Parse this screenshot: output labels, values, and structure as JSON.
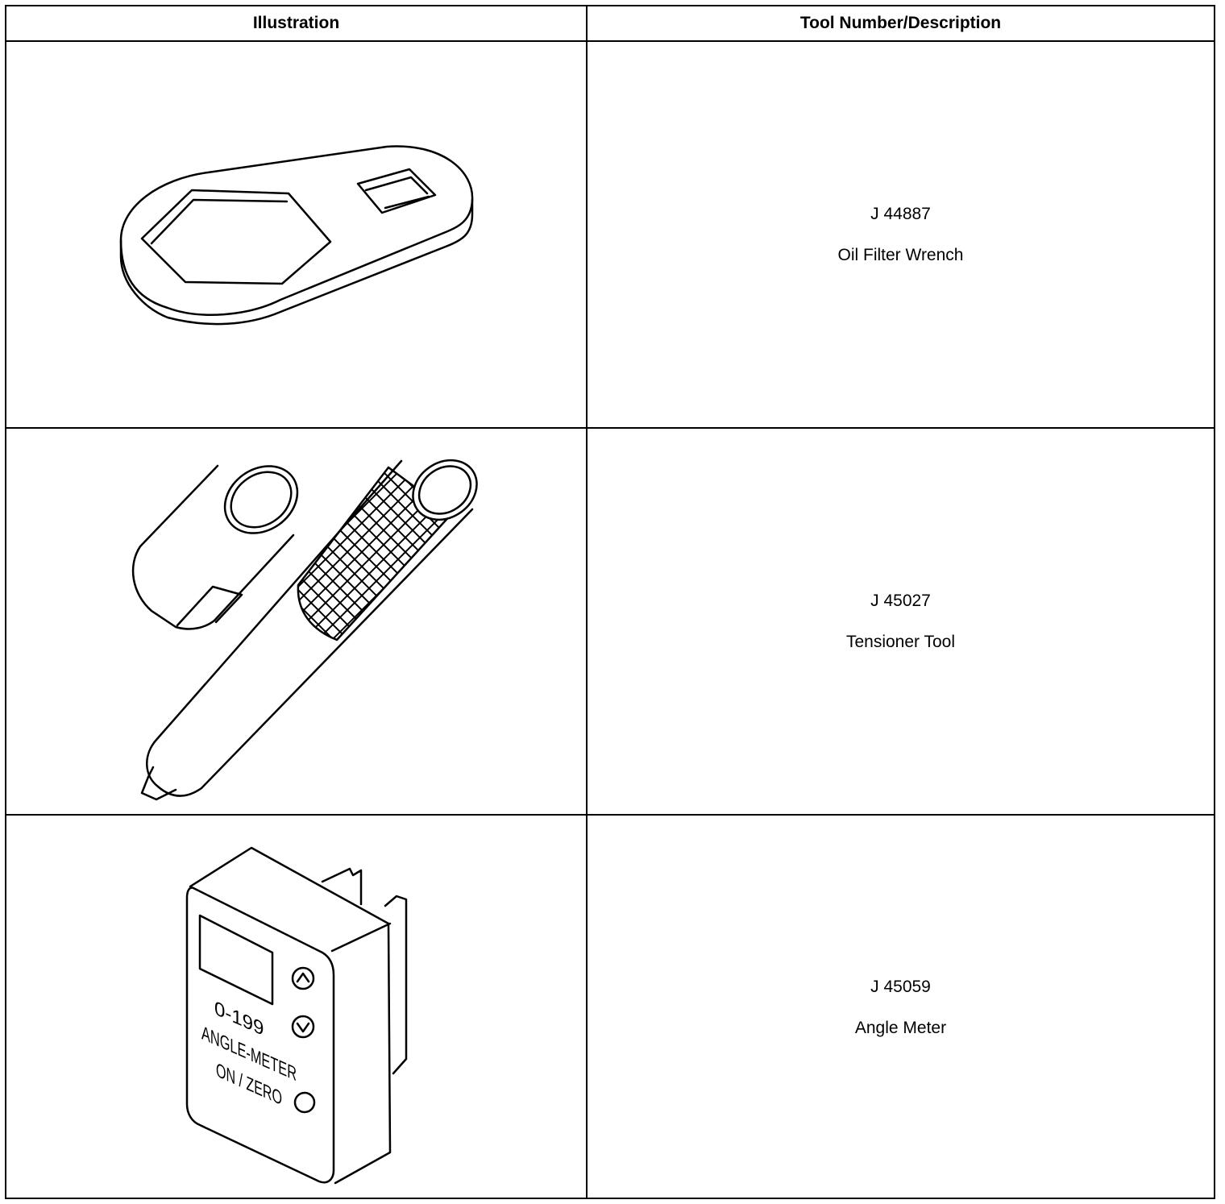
{
  "table": {
    "headers": {
      "illustration": "Illustration",
      "tool": "Tool Number/Description"
    },
    "rows": [
      {
        "number": "J 44887",
        "description": "Oil Filter Wrench",
        "icon": "oil-filter-wrench-icon"
      },
      {
        "number": "J 45027",
        "description": "Tensioner Tool",
        "icon": "tensioner-tool-icon"
      },
      {
        "number": "J 45059",
        "description": "Angle Meter",
        "icon": "angle-meter-icon",
        "device_labels": {
          "range": "0-199",
          "model": "ANGLE-METER",
          "button": "ON / ZERO"
        }
      }
    ]
  }
}
